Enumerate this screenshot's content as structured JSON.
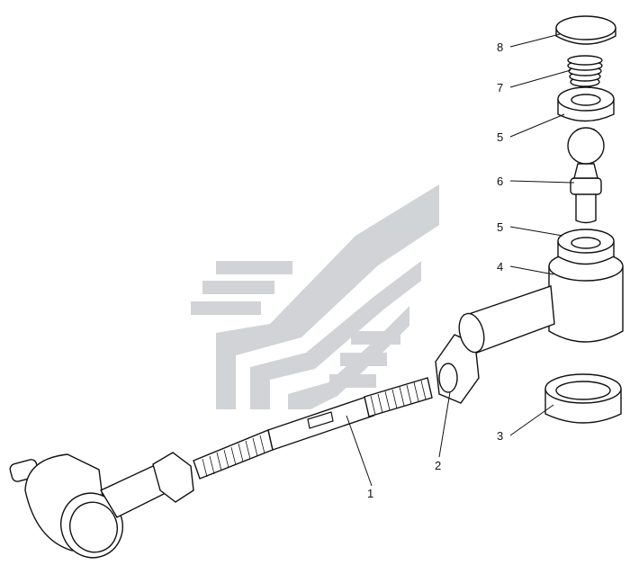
{
  "callouts": [
    {
      "id": "callout-1",
      "label": "1"
    },
    {
      "id": "callout-2",
      "label": "2"
    },
    {
      "id": "callout-3",
      "label": "3"
    },
    {
      "id": "callout-4",
      "label": "4"
    },
    {
      "id": "callout-5a",
      "label": "5"
    },
    {
      "id": "callout-5b",
      "label": "5"
    },
    {
      "id": "callout-6",
      "label": "6"
    },
    {
      "id": "callout-7",
      "label": "7"
    },
    {
      "id": "callout-8",
      "label": "8"
    }
  ],
  "colors": {
    "line": "#111111",
    "watermark": "#c9cccf"
  },
  "icons": {
    "watermark": "brand-logo-watermark"
  }
}
